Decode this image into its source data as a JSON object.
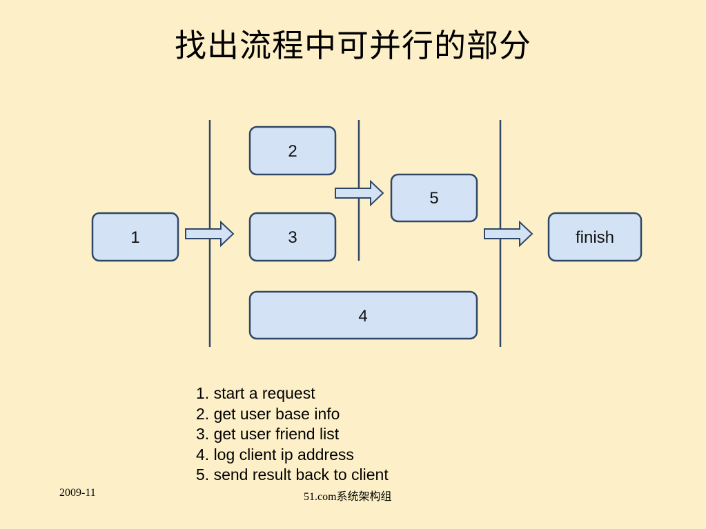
{
  "title": "找出流程中可并行的部分",
  "colors": {
    "background": "#fdf0c8",
    "box_fill": "#d3e2f5",
    "box_stroke": "#2f4766",
    "arrow_fill": "#d3e2f5",
    "divider": "#2f4766"
  },
  "nodes": {
    "n1": "1",
    "n2": "2",
    "n3": "3",
    "n4": "4",
    "n5": "5",
    "finish": "finish"
  },
  "legend": [
    "1. start a request",
    "2. get user base info",
    "3. get user friend list",
    "4. log client ip address",
    "5. send result back to client"
  ],
  "footer": {
    "date": "2009-11",
    "org": "51.com系统架构组"
  }
}
